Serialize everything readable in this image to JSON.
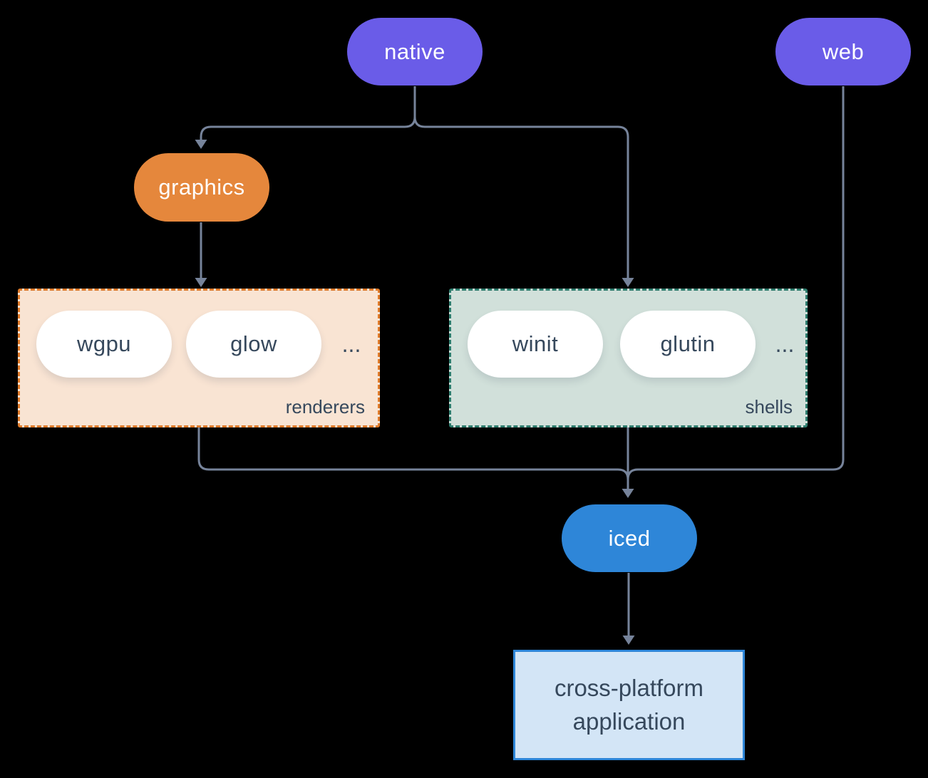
{
  "diagram_type": "dependency-graph",
  "colors": {
    "background": "#000000",
    "node_purple": "#6a5ce8",
    "node_orange": "#e5873c",
    "node_blue": "#2e86d8",
    "pill_white": "#ffffff",
    "renderers_bg": "#f9e4d3",
    "renderers_border": "#e07b2a",
    "shells_bg": "#d1e0da",
    "shells_border": "#2e7d6e",
    "application_bg": "#d3e5f6",
    "application_border": "#2e86d8",
    "edge_line": "#76839a",
    "dark_text": "#36485c",
    "light_text": "#ffffff"
  },
  "nodes": {
    "native": {
      "label": "native"
    },
    "web": {
      "label": "web"
    },
    "graphics": {
      "label": "graphics"
    },
    "iced": {
      "label": "iced"
    },
    "application": {
      "label": "cross-platform application"
    }
  },
  "groups": {
    "renderers": {
      "label": "renderers",
      "items": [
        {
          "label": "wgpu"
        },
        {
          "label": "glow"
        }
      ],
      "ellipsis": "..."
    },
    "shells": {
      "label": "shells",
      "items": [
        {
          "label": "winit"
        },
        {
          "label": "glutin"
        }
      ],
      "ellipsis": "..."
    }
  },
  "edges": [
    {
      "from": "native",
      "to": "graphics"
    },
    {
      "from": "native",
      "to": "shells"
    },
    {
      "from": "graphics",
      "to": "renderers"
    },
    {
      "from": "renderers",
      "to": "iced"
    },
    {
      "from": "shells",
      "to": "iced"
    },
    {
      "from": "web",
      "to": "iced"
    },
    {
      "from": "iced",
      "to": "application"
    }
  ]
}
